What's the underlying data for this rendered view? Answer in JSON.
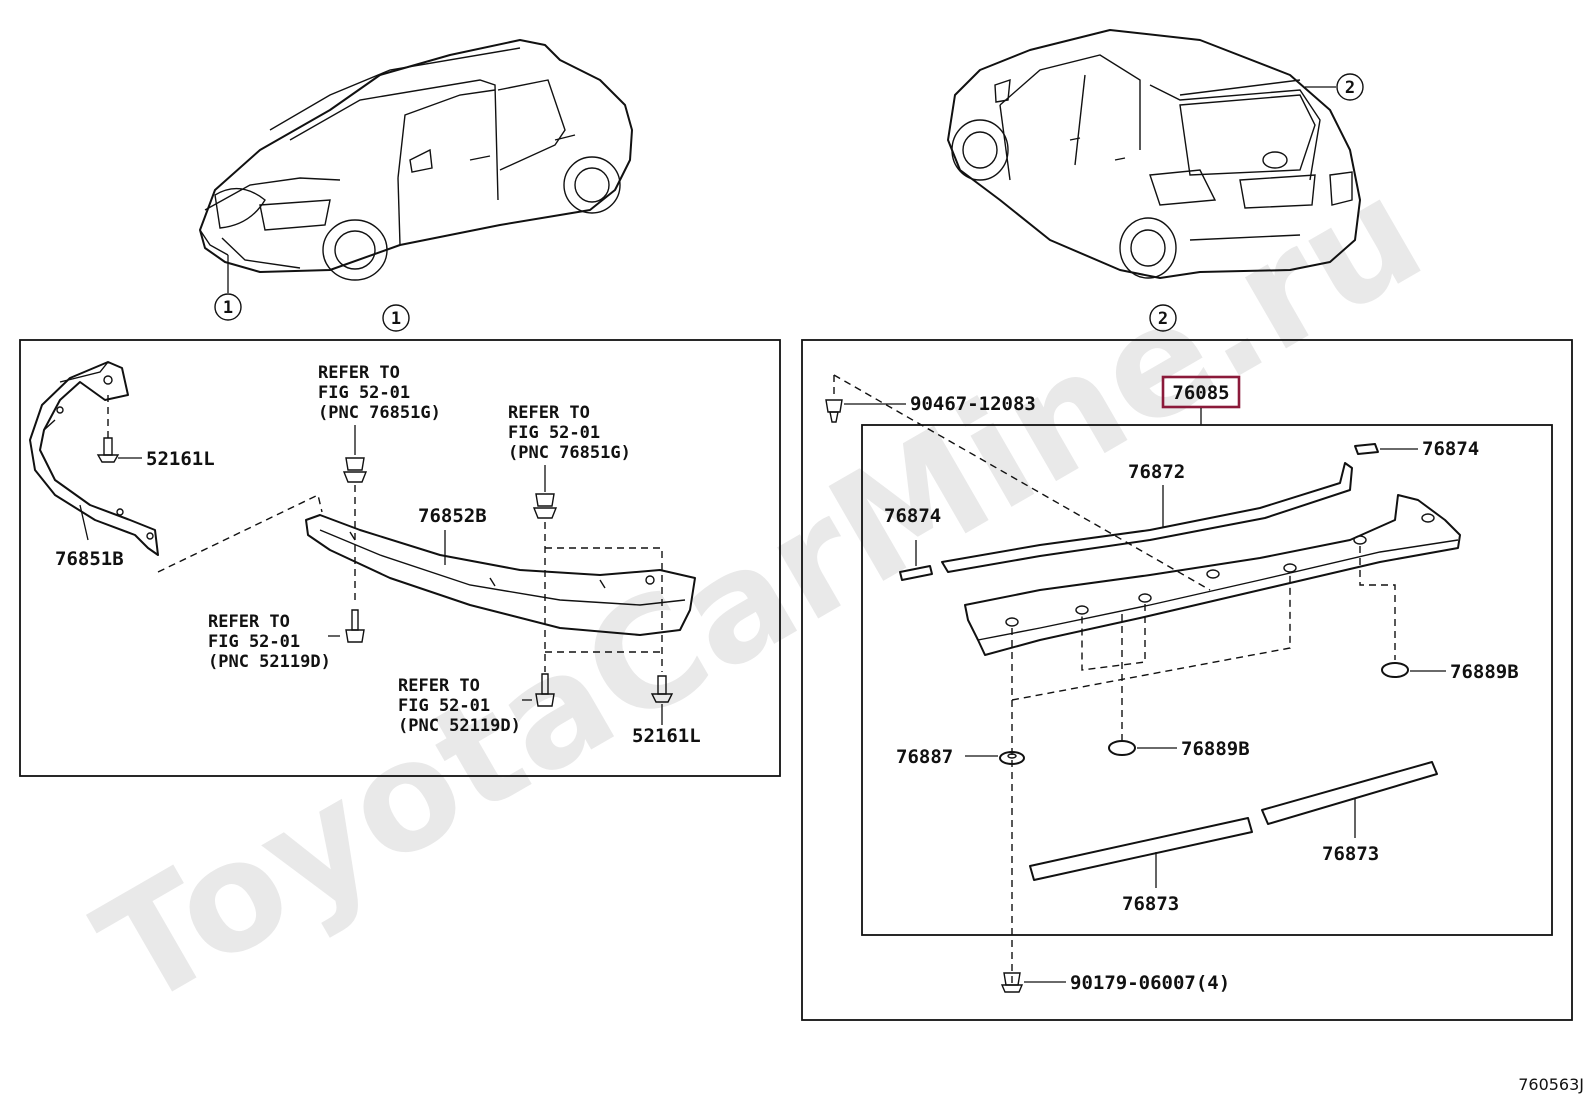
{
  "watermark": "ToyotaCarMine.ru",
  "callouts": {
    "one": "1",
    "two": "2"
  },
  "front_panel": {
    "labels": {
      "p76851b": "76851B",
      "p52161l_top": "52161L",
      "p76852b": "76852B",
      "p52161l_bottom": "52161L"
    },
    "refer_notes": [
      {
        "line1": "REFER TO",
        "line2": "FIG 52-01",
        "line3": "(PNC 76851G)"
      },
      {
        "line1": "REFER TO",
        "line2": "FIG 52-01",
        "line3": "(PNC 76851G)"
      },
      {
        "line1": "REFER TO",
        "line2": "FIG 52-01",
        "line3": "(PNC 52119D)"
      },
      {
        "line1": "REFER TO",
        "line2": "FIG 52-01",
        "line3": "(PNC 52119D)"
      }
    ]
  },
  "rear_panel": {
    "assembly_number": "76085",
    "highlight_color": "#8b1a3a",
    "labels": {
      "clip": "90467-12083",
      "p76872": "76872",
      "p76874_right": "76874",
      "p76874_left": "76874",
      "p76889b_right": "76889B",
      "p76889b_center": "76889B",
      "p76887": "76887",
      "p76873_right": "76873",
      "p76873_left": "76873",
      "nut": "90179-06007(4)"
    }
  },
  "figure_id": "760563J"
}
